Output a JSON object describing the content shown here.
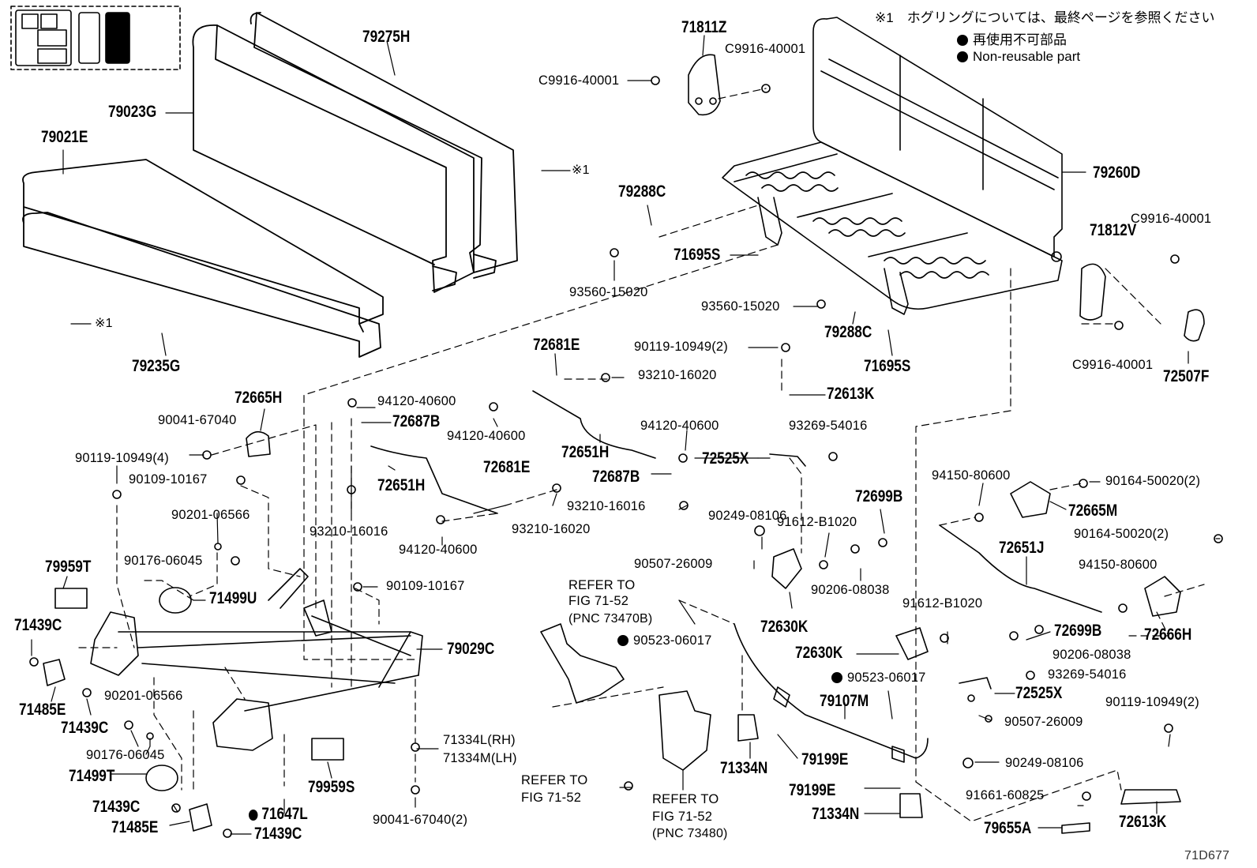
{
  "notes": {
    "hogring": "※1　ホグリングについては、最終ページを参照ください",
    "non_reusable_jp": "再使用不可部品",
    "non_reusable_en": "Non-reusable part"
  },
  "figure_code": "71D677",
  "callouts": {
    "p79275H": "79275H",
    "p79023G": "79023G",
    "p79021E": "79021E",
    "p79235G": "79235G",
    "x1a": "※1",
    "x1b": "※1",
    "p71811Z": "71811Z",
    "c9916_a": "C9916-40001",
    "c9916_b": "C9916-40001",
    "c9916_c": "C9916-40001",
    "c9916_d": "C9916-40001",
    "p79260D": "79260D",
    "p71812V": "71812V",
    "p72507F": "72507F",
    "p79288C_a": "79288C",
    "p79288C_b": "79288C",
    "p71695S_a": "71695S",
    "p71695S_b": "71695S",
    "p93560_a": "93560-15020",
    "p93560_b": "93560-15020",
    "p72681E_a": "72681E",
    "p72681E_b": "72681E",
    "p90119_2a": "90119-10949(2)",
    "p90119_2b": "90119-10949(2)",
    "p93210_20a": "93210-16020",
    "p93210_20b": "93210-16020",
    "p72613K_a": "72613K",
    "p72613K_b": "72613K",
    "p72665H": "72665H",
    "p94120_a": "94120-40600",
    "p94120_b": "94120-40600",
    "p94120_c": "94120-40600",
    "p94120_d": "94120-40600",
    "p72687B_a": "72687B",
    "p72687B_b": "72687B",
    "p90041": "90041-67040",
    "p90041_2": "90041-67040(2)",
    "p72651H_a": "72651H",
    "p72651H_b": "72651H",
    "p72651J": "72651J",
    "p90119_4": "90119-10949(4)",
    "p90109_a": "90109-10167",
    "p90109_b": "90109-10167",
    "p93210_16a": "93210-16016",
    "p93210_16b": "93210-16016",
    "p93269_a": "93269-54016",
    "p93269_b": "93269-54016",
    "p72525X_a": "72525X",
    "p72525X_b": "72525X",
    "p94150_a": "94150-80600",
    "p94150_b": "94150-80600",
    "p90164_a": "90164-50020(2)",
    "p90164_b": "90164-50020(2)",
    "p72665M": "72665M",
    "p72666H": "72666H",
    "p90201_a": "90201-06566",
    "p90201_b": "90201-06566",
    "p90176_a": "90176-06045",
    "p90176_b": "90176-06045",
    "p79959T": "79959T",
    "p79959S": "79959S",
    "p71499U": "71499U",
    "p71499T": "71499T",
    "p71439C_a": "71439C",
    "p71439C_b": "71439C",
    "p71439C_c": "71439C",
    "p71439C_d": "71439C",
    "p71485E_a": "71485E",
    "p71485E_b": "71485E",
    "p79029C": "79029C",
    "p71334L": "71334L(RH)",
    "p71334M": "71334M(LH)",
    "p71647L": "71647L",
    "p90249_a": "90249-08106",
    "p90249_b": "90249-08106",
    "p91612_a": "91612-B1020",
    "p91612_b": "91612-B1020",
    "p72699B_a": "72699B",
    "p72699B_b": "72699B",
    "p90507_a": "90507-26009",
    "p90507_b": "90507-26009",
    "p90206_a": "90206-08038",
    "p90206_b": "90206-08038",
    "p72630K_a": "72630K",
    "p72630K_b": "72630K",
    "p90523_a": "90523-06017",
    "p90523_b": "90523-06017",
    "ref1_l1": "REFER TO",
    "ref1_l2": "FIG 71-52",
    "ref1_l3": "(PNC 73470B)",
    "ref2_l1": "REFER TO",
    "ref2_l2": "FIG 71-52",
    "ref3_l1": "REFER TO",
    "ref3_l2": "FIG 71-52",
    "ref3_l3": "(PNC 73480)",
    "p79107M": "79107M",
    "p71334N_a": "71334N",
    "p71334N_b": "71334N",
    "p79199E_a": "79199E",
    "p79199E_b": "79199E",
    "p91661": "91661-60825",
    "p79655A": "79655A"
  }
}
